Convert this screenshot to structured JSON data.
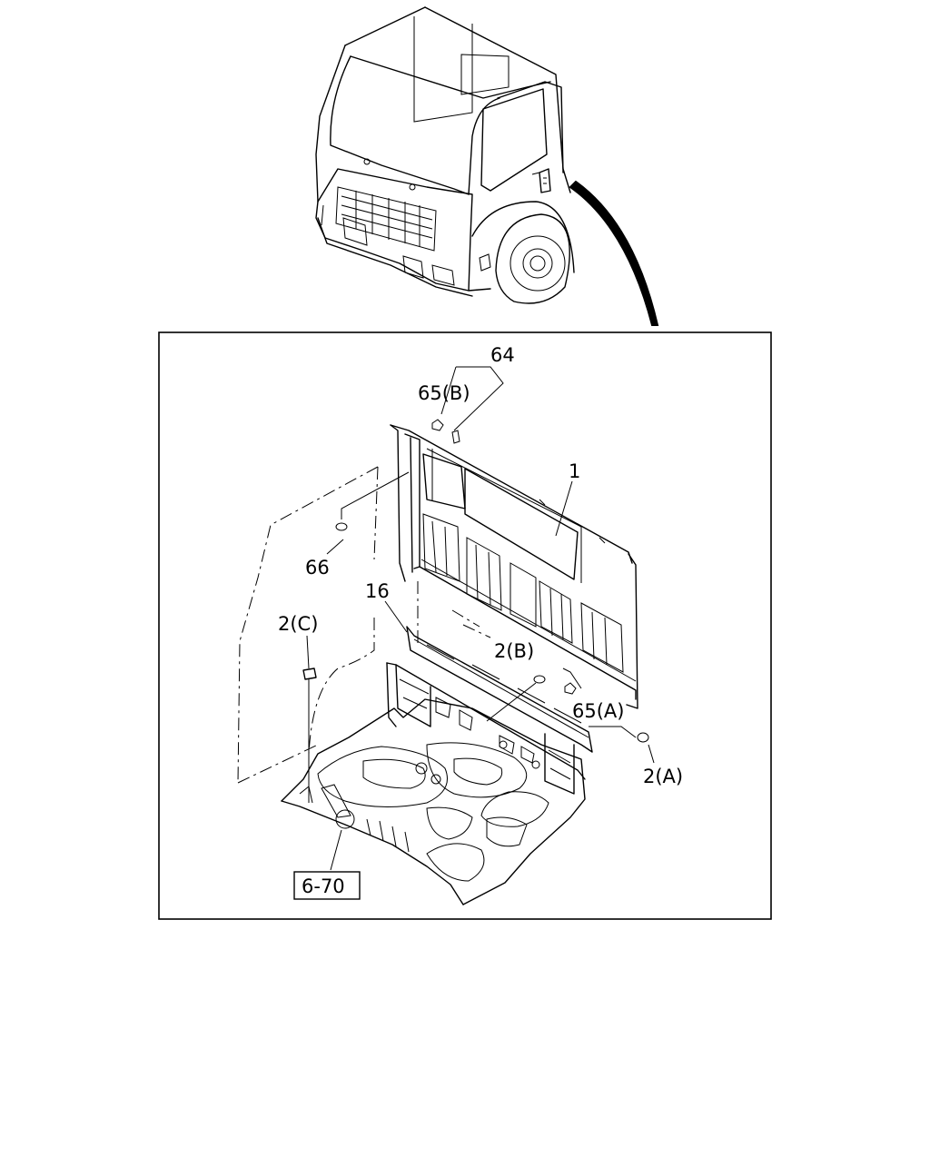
{
  "labels": {
    "l64": "64",
    "l65b": "65(B)",
    "l1": "1",
    "l66": "66",
    "l16": "16",
    "l2c": "2(C)",
    "l2b": "2(B)",
    "l65a": "65(A)",
    "l2a": "2(A)",
    "ref": "6-70"
  }
}
